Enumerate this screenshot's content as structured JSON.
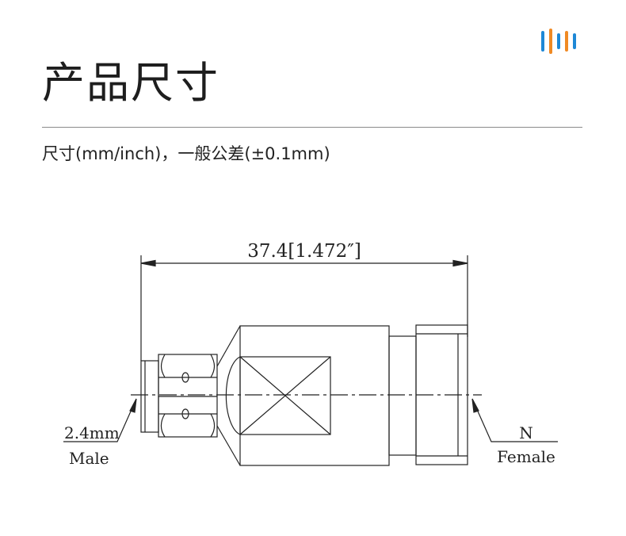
{
  "header": {
    "title": "产品尺寸",
    "subtitle": "尺寸(mm/inch)，一般公差(±0.1mm)"
  },
  "brand": {
    "bar_colors": [
      "#1e88d6",
      "#f08a24",
      "#1e88d6",
      "#f08a24",
      "#1e88d6"
    ]
  },
  "drawing": {
    "overall_length": "37.4[1.472″]",
    "left_connector": {
      "size": "2.4mm",
      "gender": "Male"
    },
    "right_connector": {
      "size": "N",
      "gender": "Female"
    }
  }
}
